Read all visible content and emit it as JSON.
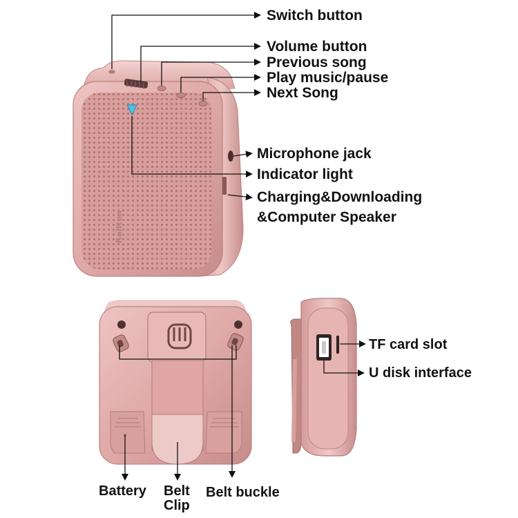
{
  "labels": {
    "switch_button": "Switch button",
    "volume_button": "Volume button",
    "previous_song": "Previous song",
    "play_music_pause": "Play music/pause",
    "next_song": "Next Song",
    "microphone_jack": "Microphone jack",
    "indicator_light": "Indicator light",
    "charging_line1": "Charging&Downloading",
    "charging_line2": "&Computer Speaker",
    "tf_card_slot": "TF card slot",
    "u_disk_interface": "U disk interface",
    "battery": "Battery",
    "belt_clip_line1": "Belt",
    "belt_clip_line2": "Clip",
    "belt_buckle": "Belt buckle"
  },
  "brand": "Rollton",
  "colors": {
    "body": "#dfa9a7",
    "body_dark": "#c48a88",
    "grille": "#d49a98",
    "indicator": "#4fc0e6",
    "line": "#111111"
  }
}
